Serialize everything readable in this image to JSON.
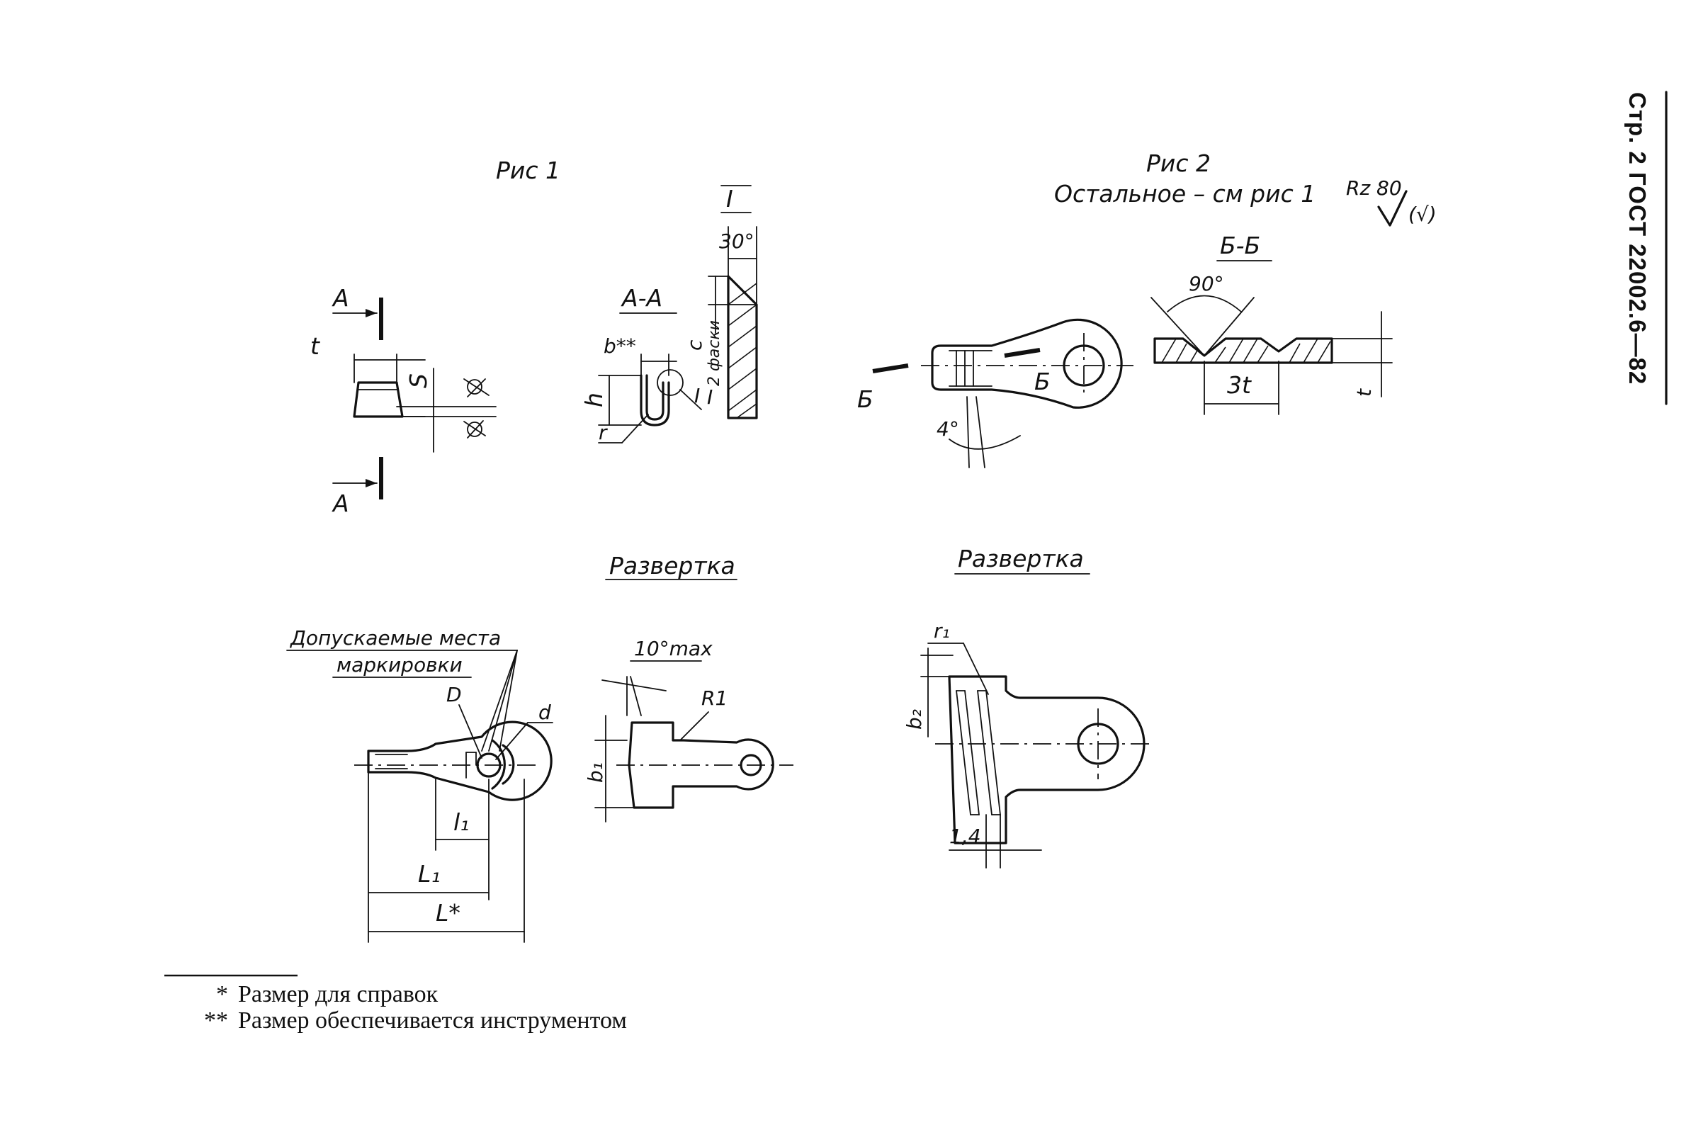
{
  "header": "Стр. 2 ГОСТ 22002.6—82",
  "fig1": {
    "title": "Рис 1",
    "section_a": "А",
    "section_aa": "А-А",
    "detail_mark": "I",
    "angle_30": "30°",
    "chamfer_label": "2 фаски",
    "dim_t": "t",
    "dim_s": "S",
    "dim_b": "b**",
    "dim_h": "h",
    "dim_r": "r",
    "dim_c": "c",
    "detail_leader": "I"
  },
  "fig2": {
    "title": "Рис 2",
    "subtitle": "Остальное – см рис 1",
    "roughness": "Rz 80",
    "roughness_tail": "(√)",
    "section_bb": "Б-Б",
    "section_b": "Б",
    "angle_90": "90°",
    "angle_4": "4°",
    "dim_3t": "3t",
    "dim_t": "t"
  },
  "razvertka_left": {
    "title": "Развертка",
    "marking_label_1": "Допускаемые места",
    "marking_label_2": "маркировки",
    "dim_D": "D",
    "dim_d": "d",
    "dim_l1": "l₁",
    "dim_L1": "L₁",
    "dim_L": "L*",
    "angle": "10°max",
    "radius": "R1",
    "dim_b1": "b₁"
  },
  "razvertka_right": {
    "title": "Развертка",
    "dim_r1": "r₁",
    "dim_b2": "b₂",
    "dim_14": "1,4"
  },
  "footnotes": [
    {
      "mark": "*",
      "text": "Размер для справок"
    },
    {
      "mark": "**",
      "text": "Размер обеспечивается инструментом"
    }
  ]
}
